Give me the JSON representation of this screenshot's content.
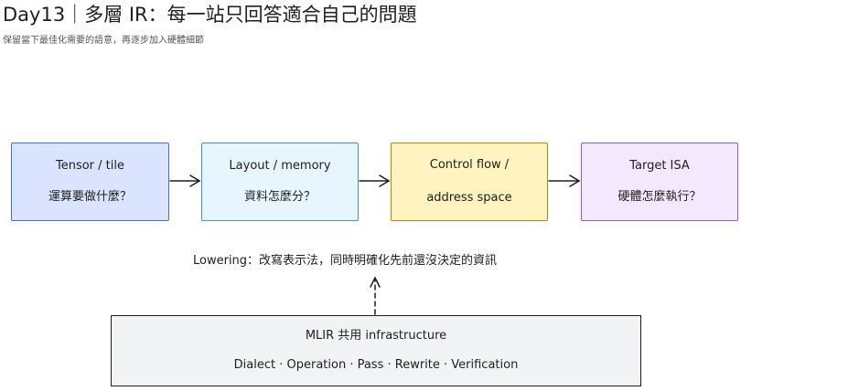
{
  "header": {
    "title": "Day13｜多層 IR：每一站只回答適合自己的問題",
    "subtitle": "保留當下最佳化需要的語意，再逐步加入硬體細節"
  },
  "stages": [
    {
      "title": "Tensor / tile",
      "question": "運算要做什麼？"
    },
    {
      "title": "Layout / memory",
      "question": "資料怎麼分？"
    },
    {
      "title": "Control flow /",
      "question": "address space"
    },
    {
      "title": "Target ISA",
      "question": "硬體怎麼執行？"
    }
  ],
  "lowering": {
    "label": "Lowering",
    "text": "：改寫表示法，同時明確化先前還沒決定的資訊"
  },
  "infrastructure": {
    "title": "MLIR 共用 infrastructure",
    "items": "Dialect · Operation · Pass · Rewrite · Verification"
  }
}
